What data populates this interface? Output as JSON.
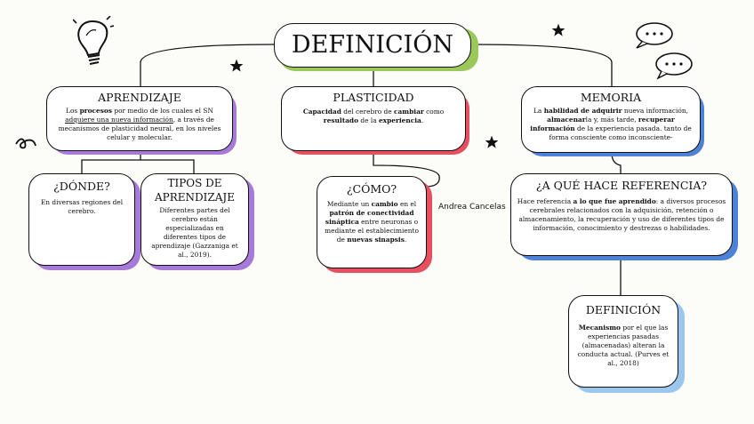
{
  "title": "DEFINICIÓN",
  "colors": {
    "purple": "#a77ad9",
    "red": "#e8505f",
    "blue": "#9cc6ee",
    "green": "#9ac85a",
    "outline": "#111111"
  },
  "author": "Andrea Cancelas",
  "aprendizaje": {
    "title": "APRENDIZAJE",
    "p1": "Los ",
    "b1": "procesos",
    "p2": " por medio de los cuales el SN ",
    "u1": "adquiere una nueva información",
    "p3": ", a través de mecanismos de plasticidad neural, en los niveles celular y molecular."
  },
  "donde": {
    "title": "¿DÓNDE?",
    "text": "En diversas regiones del cerebro."
  },
  "tipos": {
    "title": "TIPOS DE APRENDIZAJE",
    "text": "Diferentes partes del cerebro están especializadas en diferentes tipos de aprendizaje (Gazzaniga et al., 2019)."
  },
  "plasticidad": {
    "title": "PLASTICIDAD",
    "b1": "Capacidad",
    "p1": " del cerebro de ",
    "b2": "cambiar",
    "p2": " como ",
    "b3": "resultado",
    "p3": " de la ",
    "b4": "experiencia",
    "p4": "."
  },
  "como": {
    "title": "¿CÓMO?",
    "p1": "Mediante un ",
    "b1": "cambio",
    "p2": " en el ",
    "b2": "patrón de conectividad sináptica",
    "p3": " entre neuronas o mediante el establecimiento de ",
    "b3": "nuevas sinapsis",
    "p4": "."
  },
  "memoria": {
    "title": "MEMORIA",
    "p1": "La ",
    "b1": "habilidad de adquirir",
    "p2": " nueva información, ",
    "b2": "almacenar",
    "p3": "la y, más tarde, ",
    "b3": "recuperar información",
    "p4": " de la experiencia pasada. tanto de forma consciente como inconsciente-"
  },
  "referencia": {
    "title": "¿A QUÉ HACE REFERENCIA?",
    "p1": "Hace referencia ",
    "b1": "a lo que fue aprendido",
    "p2": ": a diversos procesos cerebrales relacionados con la adquisición, retención o almacenamiento, la recuperación y uso de diferentes tipos de información, conocimiento y destrezas o habilidades."
  },
  "definicion2": {
    "title": "DEFINICIÓN",
    "b1": "Mecanismo",
    "p1": " por el que las experiencias pasadas (almacenadas) alteran la conducta actual. (Purves et al., 2018)"
  }
}
